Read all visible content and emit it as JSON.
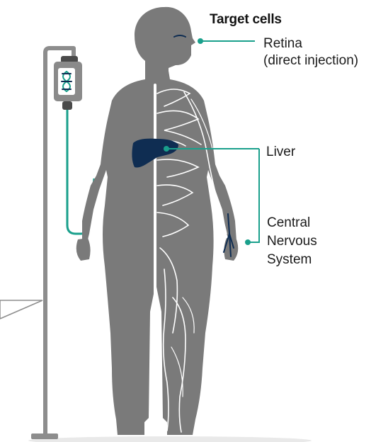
{
  "heading": "Target cells",
  "targets": [
    {
      "name": "retina",
      "lines": [
        "Retina",
        "(direct injection)"
      ]
    },
    {
      "name": "liver",
      "lines": [
        "Liver"
      ]
    },
    {
      "name": "cns",
      "lines": [
        "Central",
        "Nervous",
        "System"
      ]
    }
  ],
  "colors": {
    "body": "#7a7a7a",
    "liver": "#0f2d52",
    "connector": "#1aa08c",
    "iv_stand": "#8d8d8d",
    "iv_bag": "#8a8a8a",
    "iv_cap": "#4a4a4a",
    "nerves": "#ffffff",
    "text": "#1b1b1b"
  },
  "icons": {
    "iv_bag_label": "dna-icon"
  }
}
